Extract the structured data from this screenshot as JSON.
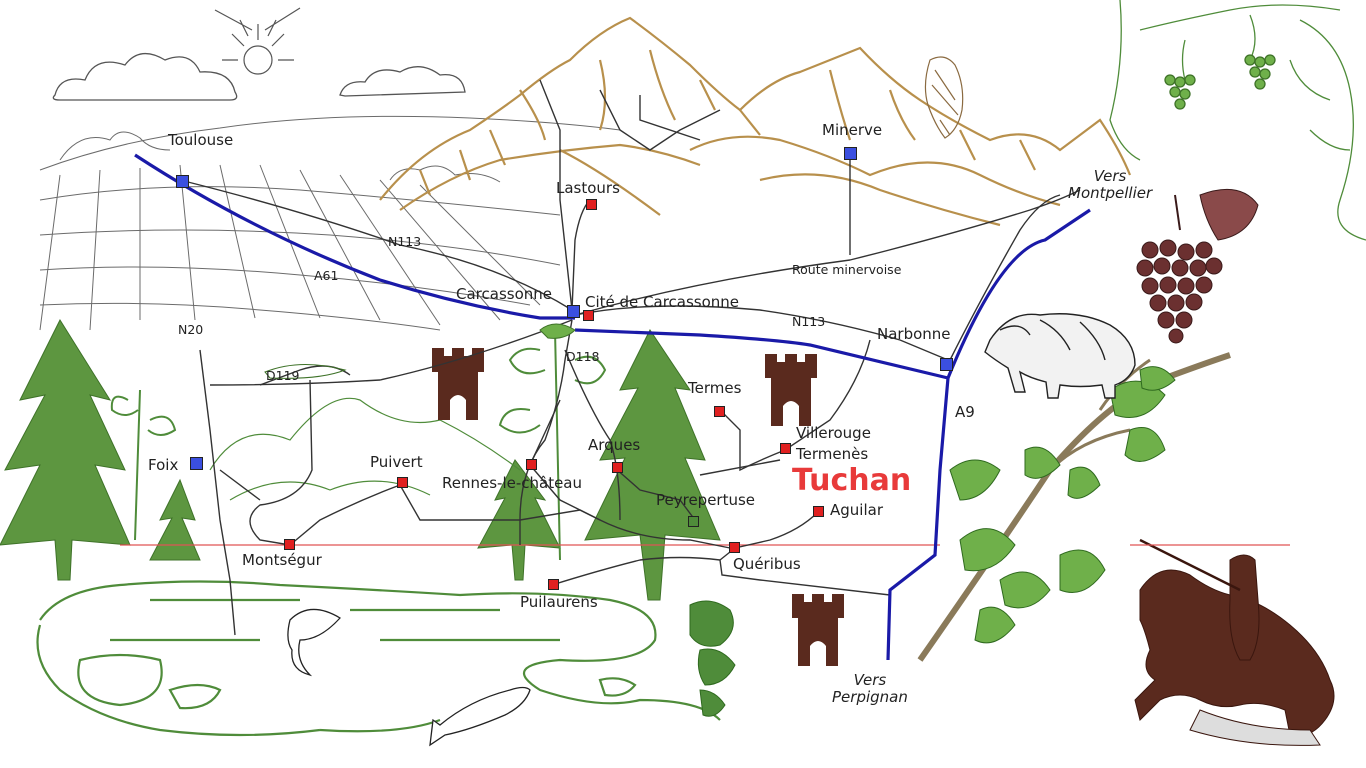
{
  "colors": {
    "highway": "#1a1aa8",
    "road": "#333333",
    "city_marker": "#3b4fe0",
    "castle_marker": "#e02020",
    "highlight": "#e83a3a",
    "mountain": "#b8904c",
    "forest": "#4f8c3a",
    "tower": "#5a2a1e",
    "border_line": "#e05555"
  },
  "cities": {
    "toulouse": "Toulouse",
    "carcassonne": "Carcassonne",
    "narbonne": "Narbonne",
    "minerve": "Minerve",
    "foix": "Foix"
  },
  "castles": {
    "lastours": "Lastours",
    "cite": "Cité de Carcassonne",
    "termes": "Termes",
    "villerouge": "Villerouge",
    "termenes": "Termenès",
    "arques": "Arques",
    "puivert": "Puivert",
    "rennes": "Rennes-le-château",
    "peyrepertuse": "Peyrepertuse",
    "aguilar": "Aguilar",
    "queribus": "Quéribus",
    "montsegur": "Montségur",
    "puilaurens": "Puilaurens"
  },
  "roads": {
    "a61": "A61",
    "a9": "A9",
    "n113_west": "N113",
    "n113_east": "N113",
    "n20": "N20",
    "d118": "D118",
    "d119": "D119",
    "minervoise": "Route minervoise"
  },
  "directions": {
    "montpellier_line1": "Vers",
    "montpellier_line2": "Montpellier",
    "perpignan_line1": "Vers",
    "perpignan_line2": "Perpignan"
  },
  "highlight": "Tuchan",
  "icons": [
    "sun-icon",
    "cloud-icon",
    "mountain-icon",
    "eagle-icon",
    "grapes-icon",
    "vine-leaf-icon",
    "boar-icon",
    "knight-icon",
    "tower-icon",
    "pine-tree-icon",
    "fish-icon",
    "lake-icon",
    "field-icon"
  ]
}
